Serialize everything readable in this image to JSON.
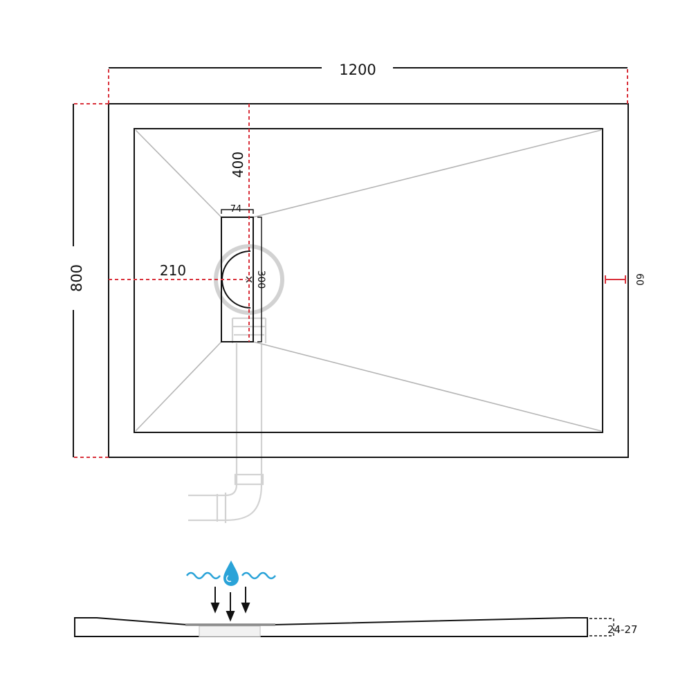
{
  "dimensions": {
    "width_label": "1200",
    "height_label": "800",
    "drain_offset_top_label": "400",
    "drain_offset_left_label": "210",
    "drain_width_label": "74",
    "drain_length_label": "300",
    "rim_label": "60",
    "thickness_label": "24-27"
  },
  "colors": {
    "outline": "#111111",
    "dimension_red": "#d9303a",
    "slope_gray": "#b5b5b5",
    "pipe_gray": "#d2d2d2",
    "water_blue": "#2aa3d8"
  },
  "icons": {
    "water": "water-drop-icon",
    "wave": "wave-icon",
    "arrow": "arrow-down-icon"
  }
}
